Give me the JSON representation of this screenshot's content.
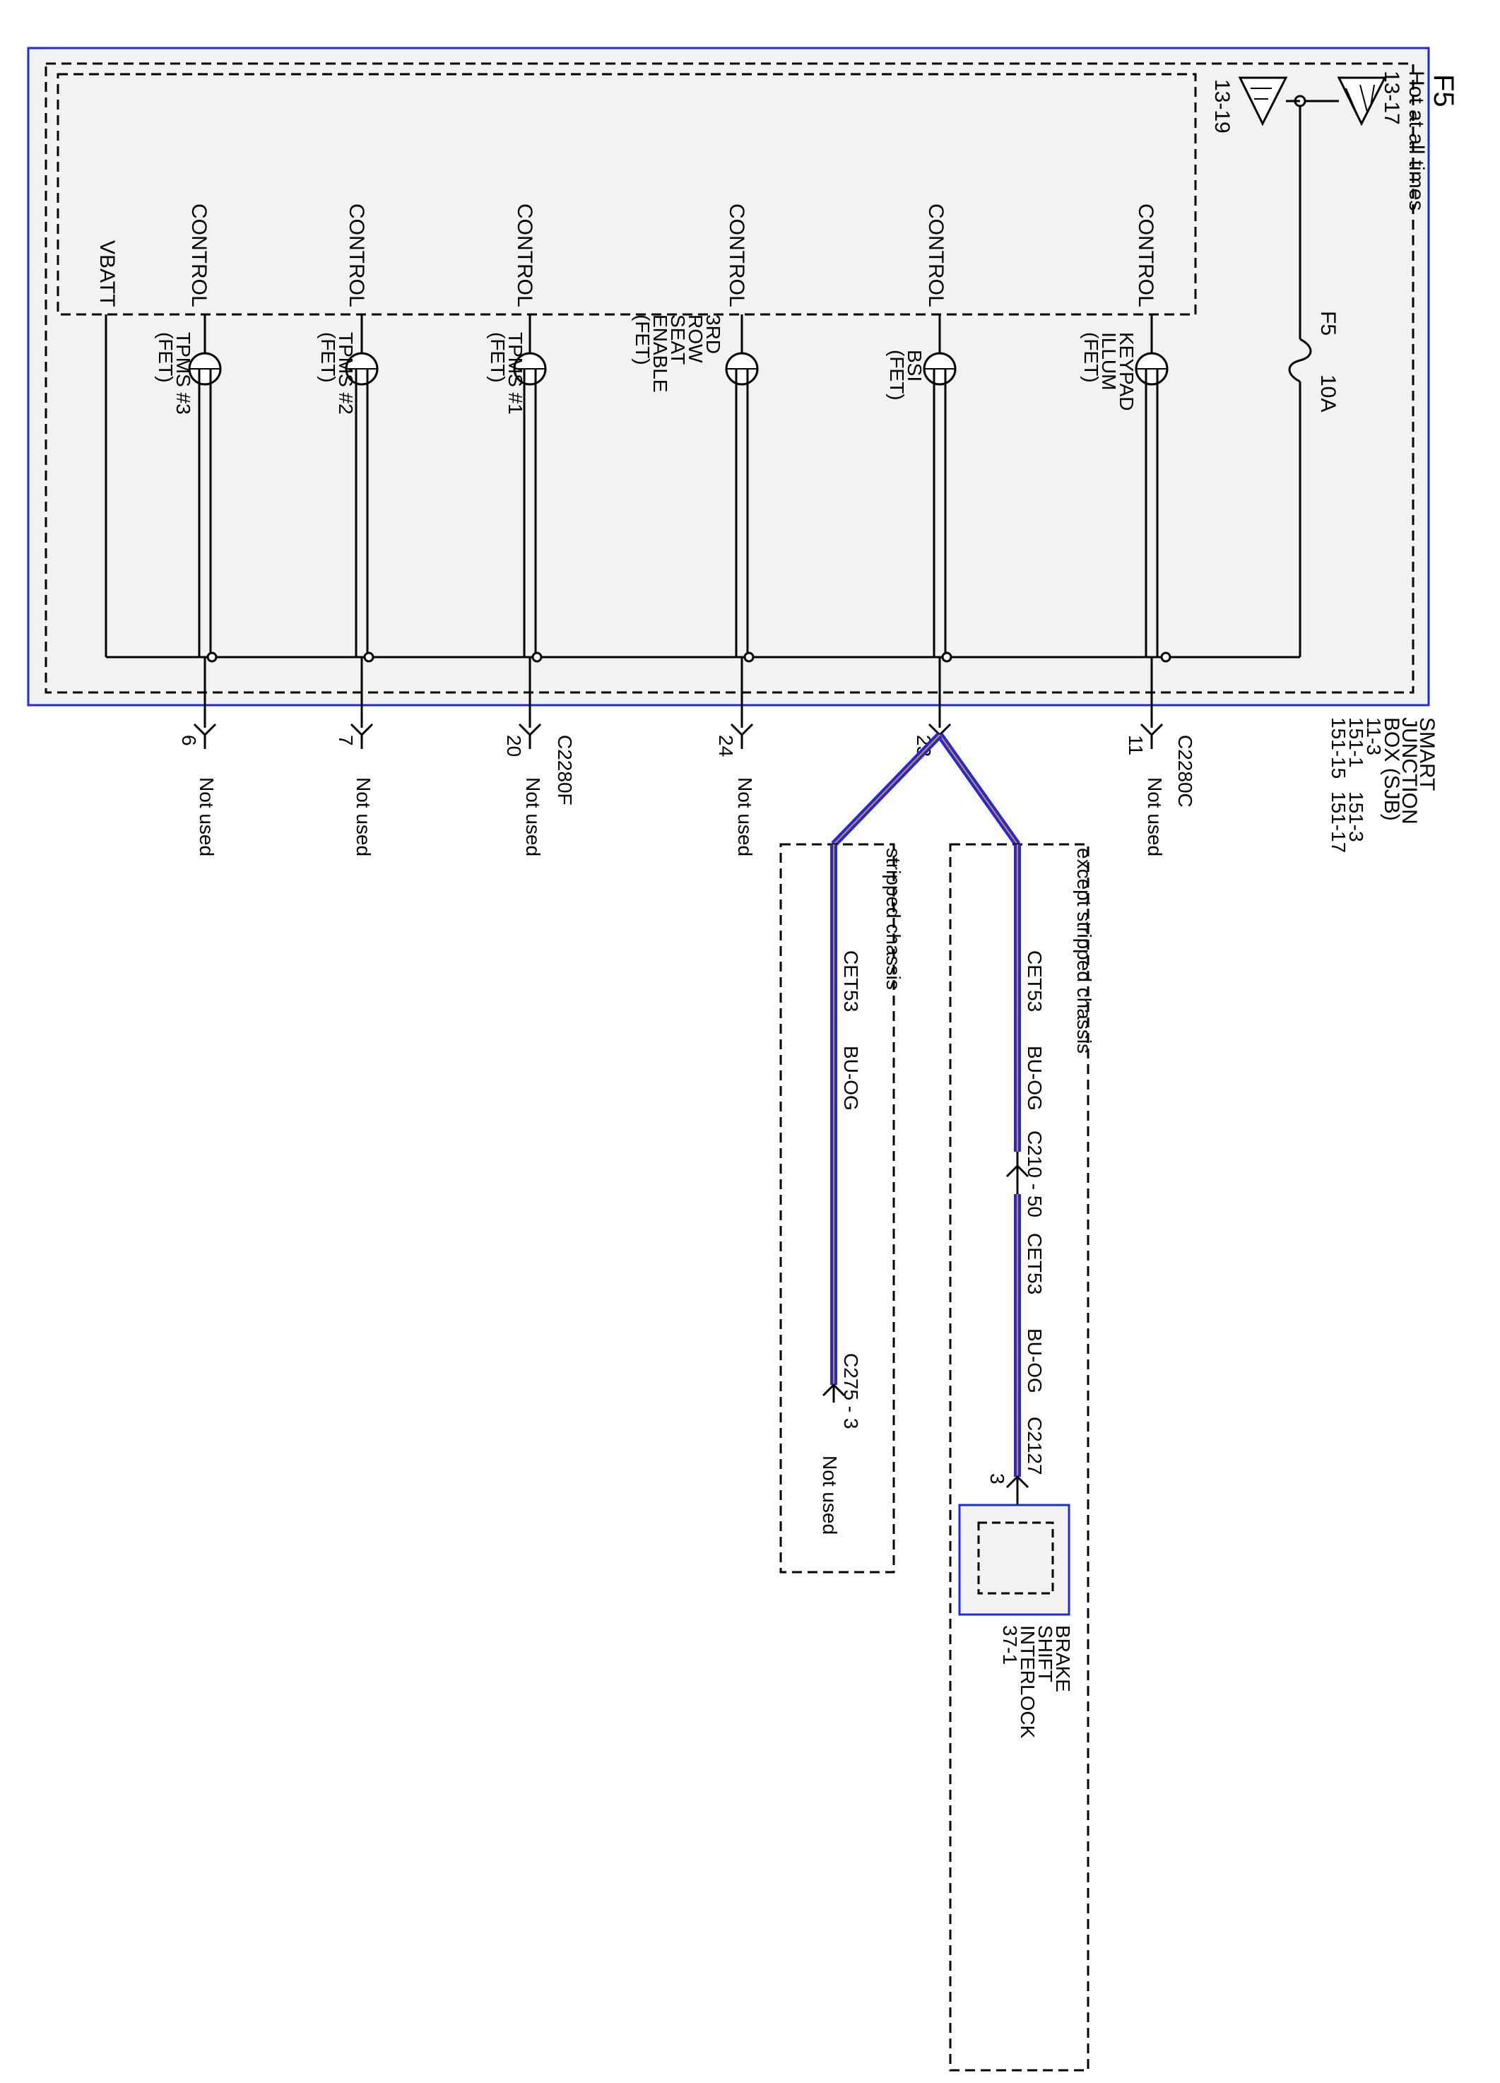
{
  "page": {
    "id": "F5",
    "hot_label": "Hot at all times",
    "hot_ref": "13-17",
    "ground_ref": "13-19"
  },
  "sjb": {
    "name_lines": [
      "SMART",
      "JUNCTION",
      "BOX (SJB)"
    ],
    "refs_left": [
      "11-3",
      "151-1",
      "151-15"
    ],
    "refs_right": [
      "151-3",
      "151-17"
    ]
  },
  "fuse": {
    "id": "F5",
    "rating": "10A"
  },
  "vbatt_label": "VBATT",
  "channels": [
    {
      "control": "CONTROL",
      "desc": [
        "KEYPAD",
        "ILLUM",
        "(FET)"
      ],
      "pin": "11",
      "connector": "C2280C",
      "status": "Not used"
    },
    {
      "control": "CONTROL",
      "desc": [
        "BSI",
        "(FET)"
      ],
      "pin": "23",
      "connector": "",
      "status": ""
    },
    {
      "control": "CONTROL",
      "desc": [
        "3RD",
        "ROW",
        "SEAT",
        "ENABLE",
        "(FET)"
      ],
      "pin": "24",
      "connector": "",
      "status": "Not used"
    },
    {
      "control": "CONTROL",
      "desc": [
        "TPMS #1",
        "(FET)"
      ],
      "pin": "20",
      "connector": "C2280F",
      "status": "Not used"
    },
    {
      "control": "CONTROL",
      "desc": [
        "TPMS #2",
        "(FET)"
      ],
      "pin": "7",
      "connector": "",
      "status": "Not used"
    },
    {
      "control": "CONTROL",
      "desc": [
        "TPMS #3",
        "(FET)"
      ],
      "pin": "6",
      "connector": "",
      "status": "Not used"
    }
  ],
  "branch_except": {
    "label": "except stripped chassis",
    "circuit1": "CET53",
    "color1": "BU-OG",
    "inline_connector": "C210 - 50",
    "circuit2": "CET53",
    "color2": "BU-OG",
    "end_connector": "C2127",
    "end_pin": "3",
    "component_lines": [
      "BRAKE",
      "SHIFT",
      "INTERLOCK",
      "37-1"
    ]
  },
  "branch_stripped": {
    "label": "stripped chassis",
    "circuit": "CET53",
    "color": "BU-OG",
    "end_connector": "C275 - 3",
    "status": "Not used"
  },
  "colors": {
    "frame": "#1f2bd6",
    "box_fill": "#f2f2f2",
    "wire_blue": "#1f2bd6",
    "wire_orange": "#e0803a",
    "line": "#000000"
  }
}
